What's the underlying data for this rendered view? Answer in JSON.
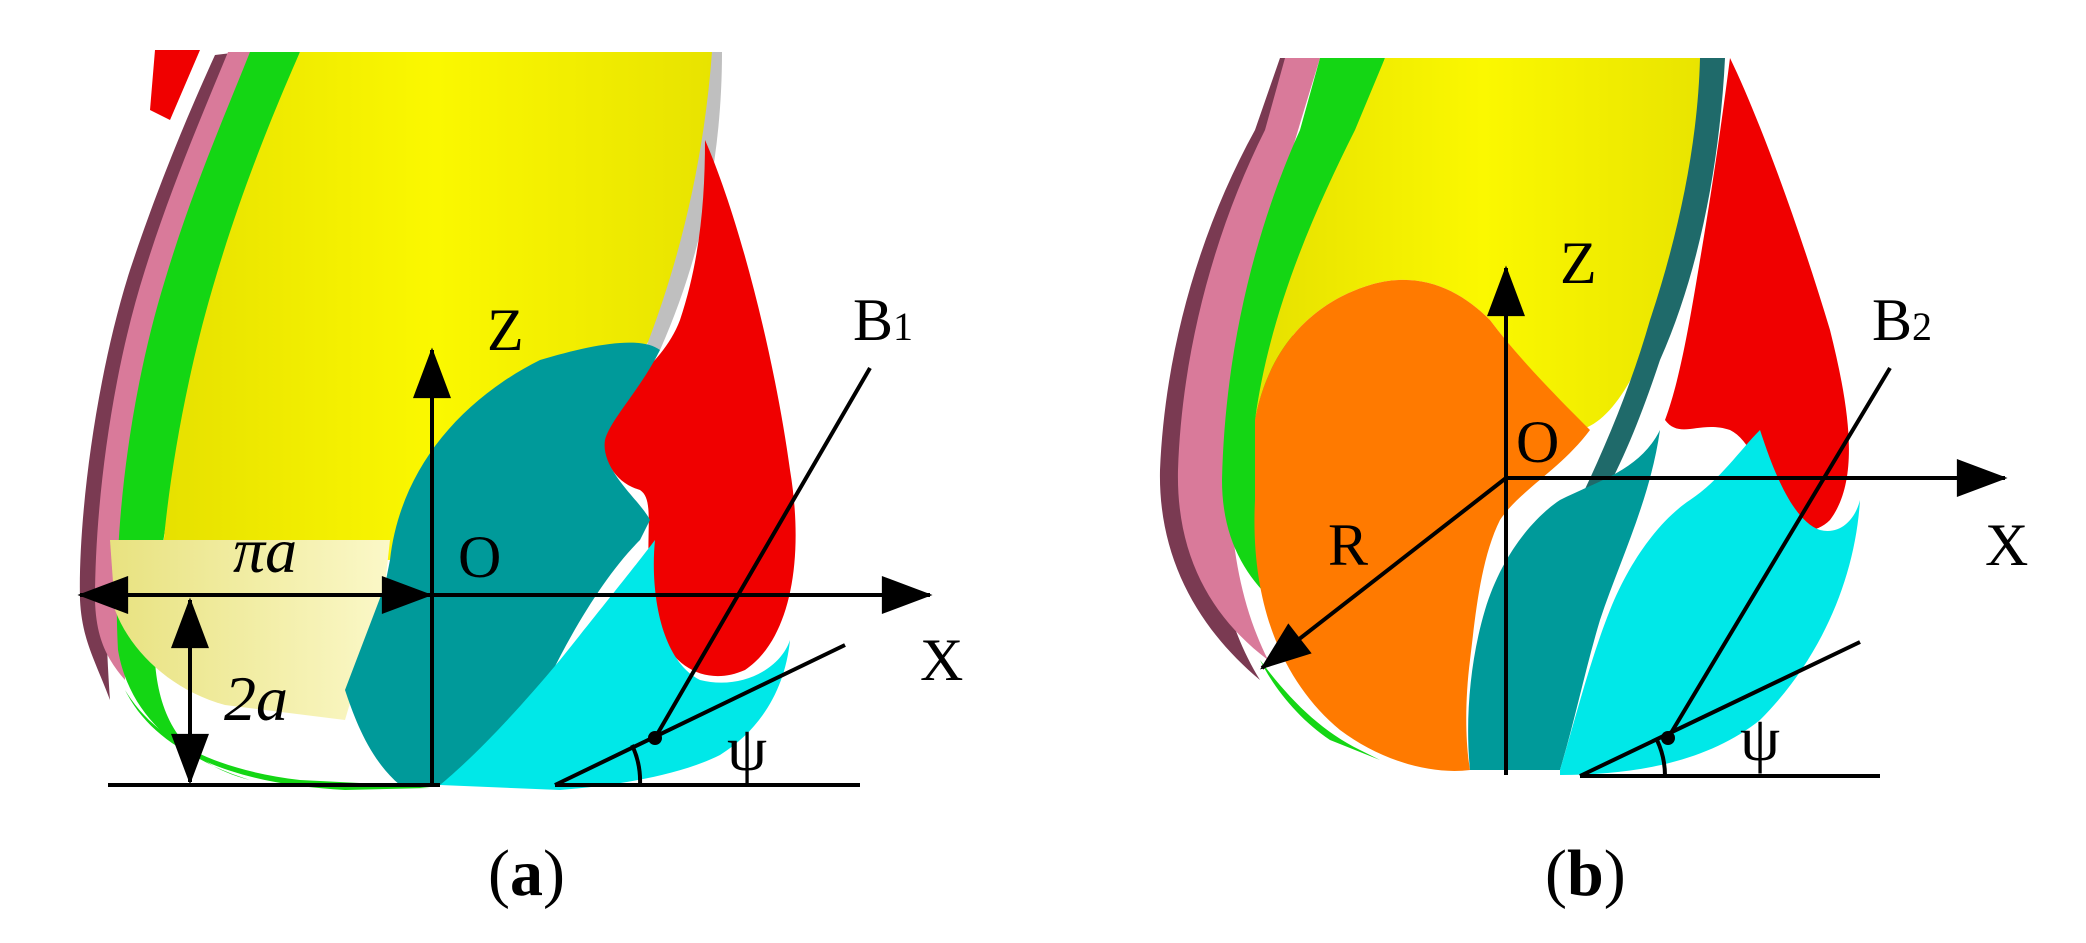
{
  "panel_a": {
    "caption_open": "(",
    "caption_letter": "a",
    "caption_close": ")",
    "axis_z": "Z",
    "axis_x": "X",
    "origin": "O",
    "line_label": "B",
    "line_subscript": "1",
    "angle": "ψ",
    "dim_width": "πa",
    "dim_height": "2a"
  },
  "panel_b": {
    "caption_open": "(",
    "caption_letter": "b",
    "caption_close": ")",
    "axis_z": "Z",
    "axis_x": "X",
    "origin": "O",
    "radius": "R",
    "line_label": "B",
    "line_subscript": "2",
    "angle": "ψ"
  },
  "colors": {
    "yellow": "#f3f000",
    "green": "#14d614",
    "pink": "#d97a9a",
    "red": "#f00000",
    "teal": "#009a9a",
    "cyan": "#00e8e8",
    "orange": "#ff7a00",
    "pale_yellow": "#f4f1a4",
    "maroon": "#5a2a3a"
  }
}
